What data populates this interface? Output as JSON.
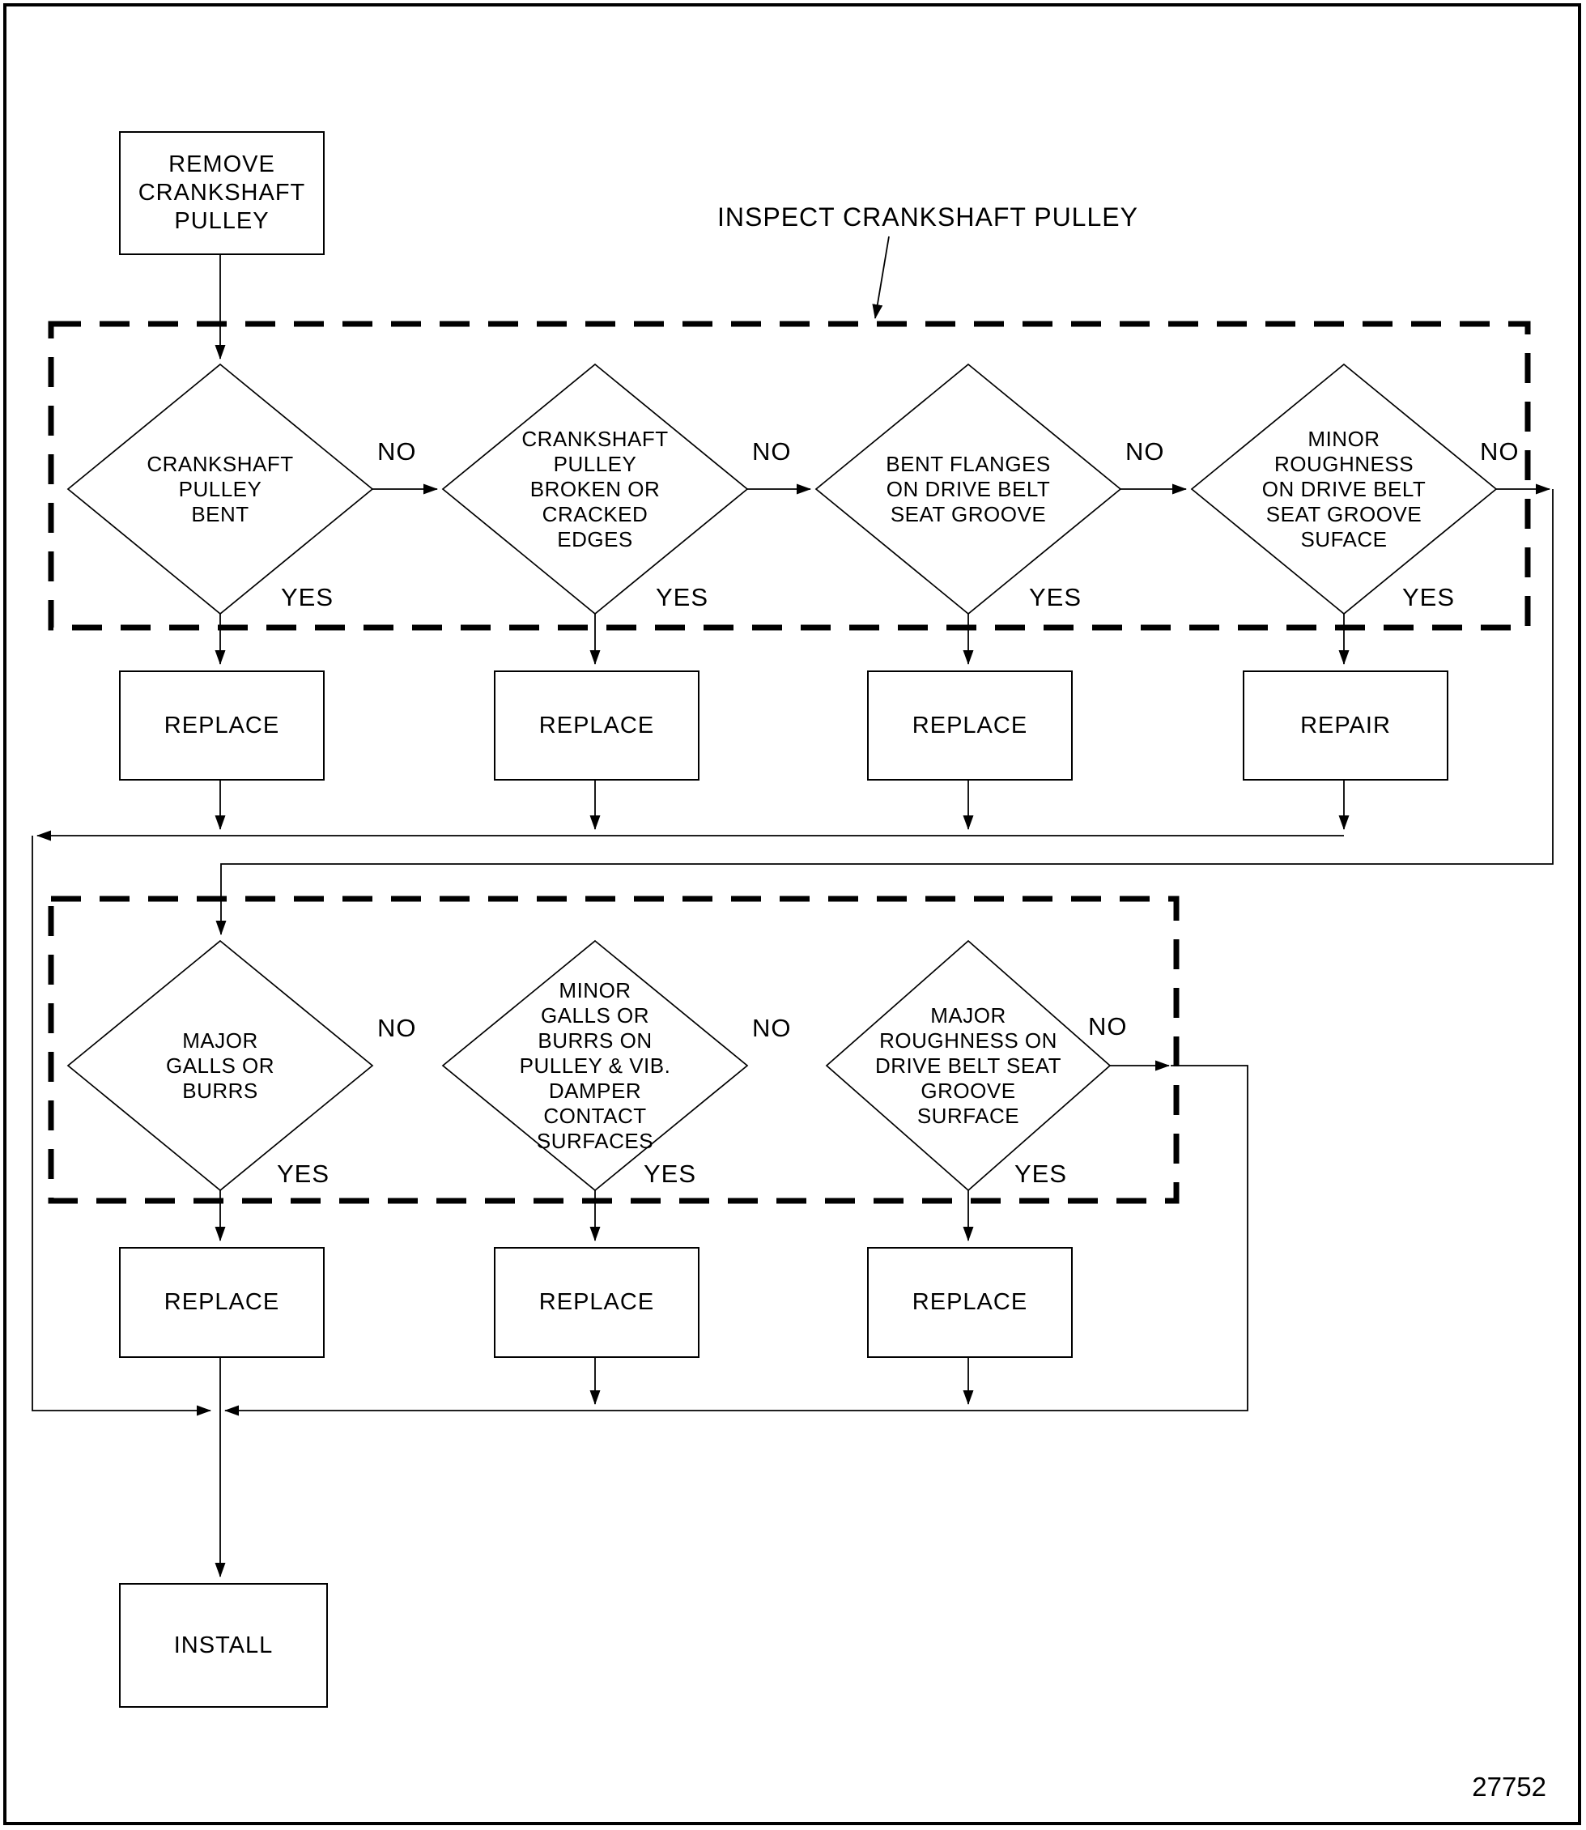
{
  "figure": {
    "number": "27752"
  },
  "caption": {
    "label": "INSPECT CRANKSHAFT PULLEY"
  },
  "nodes": {
    "start": {
      "type": "process",
      "label": "REMOVE\nCRANKSHAFT\nPULLEY"
    },
    "d1": {
      "type": "decision",
      "label": "CRANKSHAFT\nPULLEY\nBENT",
      "no": "NO",
      "yes": "YES"
    },
    "d2": {
      "type": "decision",
      "label": "CRANKSHAFT\nPULLEY\nBROKEN OR\nCRACKED\nEDGES",
      "no": "NO",
      "yes": "YES"
    },
    "d3": {
      "type": "decision",
      "label": "BENT FLANGES\nON DRIVE BELT\nSEAT GROOVE",
      "no": "NO",
      "yes": "YES"
    },
    "d4": {
      "type": "decision",
      "label": "MINOR\nROUGHNESS\nON DRIVE BELT\nSEAT GROOVE\nSUFACE",
      "no": "NO",
      "yes": "YES"
    },
    "a1": {
      "type": "process",
      "label": "REPLACE"
    },
    "a2": {
      "type": "process",
      "label": "REPLACE"
    },
    "a3": {
      "type": "process",
      "label": "REPLACE"
    },
    "a4": {
      "type": "process",
      "label": "REPAIR"
    },
    "d5": {
      "type": "decision",
      "label": "MAJOR\nGALLS OR\nBURRS",
      "no": "NO",
      "yes": "YES"
    },
    "d6": {
      "type": "decision",
      "label": "MINOR\nGALLS OR\nBURRS ON\nPULLEY & VIB.\nDAMPER\nCONTACT\nSURFACES",
      "no": "NO",
      "yes": "YES"
    },
    "d7": {
      "type": "decision",
      "label": "MAJOR\nROUGHNESS ON\nDRIVE BELT SEAT\nGROOVE\nSURFACE",
      "no": "NO",
      "yes": "YES"
    },
    "a5": {
      "type": "process",
      "label": "REPLACE"
    },
    "a6": {
      "type": "process",
      "label": "REPLACE"
    },
    "a7": {
      "type": "process",
      "label": "REPLACE"
    },
    "end": {
      "type": "process",
      "label": "INSTALL"
    }
  },
  "groups": [
    {
      "id": "inspect-region-1",
      "caption": "INSPECT CRANKSHAFT PULLEY",
      "members": [
        "d1",
        "d2",
        "d3",
        "d4"
      ]
    },
    {
      "id": "inspect-region-2",
      "caption": "",
      "members": [
        "d5",
        "d6",
        "d7"
      ]
    }
  ],
  "edges": [
    {
      "from": "start",
      "to": "d1",
      "label": ""
    },
    {
      "from": "d1",
      "to": "d2",
      "label": "NO"
    },
    {
      "from": "d1",
      "to": "a1",
      "label": "YES"
    },
    {
      "from": "d2",
      "to": "d3",
      "label": "NO"
    },
    {
      "from": "d2",
      "to": "a2",
      "label": "YES"
    },
    {
      "from": "d3",
      "to": "d4",
      "label": "NO"
    },
    {
      "from": "d3",
      "to": "a3",
      "label": "YES"
    },
    {
      "from": "d4",
      "to": "d5",
      "label": "NO"
    },
    {
      "from": "d4",
      "to": "a4",
      "label": "YES"
    },
    {
      "from": "a1",
      "to": "end",
      "label": ""
    },
    {
      "from": "a2",
      "to": "end",
      "label": ""
    },
    {
      "from": "a3",
      "to": "end",
      "label": ""
    },
    {
      "from": "a4",
      "to": "end",
      "label": ""
    },
    {
      "from": "d5",
      "to": "d6",
      "label": "NO"
    },
    {
      "from": "d5",
      "to": "a5",
      "label": "YES"
    },
    {
      "from": "d6",
      "to": "d7",
      "label": "NO"
    },
    {
      "from": "d6",
      "to": "a6",
      "label": "YES"
    },
    {
      "from": "d7",
      "to": "end",
      "label": "NO"
    },
    {
      "from": "d7",
      "to": "a7",
      "label": "YES"
    },
    {
      "from": "a5",
      "to": "end",
      "label": ""
    },
    {
      "from": "a6",
      "to": "end",
      "label": ""
    },
    {
      "from": "a7",
      "to": "end",
      "label": ""
    }
  ],
  "colors": {
    "ink": "#000000",
    "paper": "#ffffff"
  }
}
